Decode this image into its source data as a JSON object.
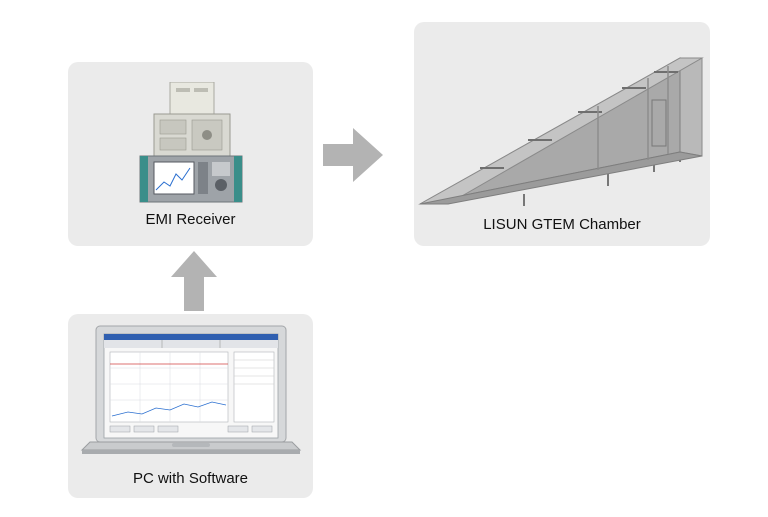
{
  "nodes": {
    "emi_receiver": {
      "label": "EMI Receiver"
    },
    "gtem_chamber": {
      "label": "LISUN GTEM Chamber"
    },
    "pc": {
      "label": "PC with Software"
    }
  },
  "edges": [
    {
      "from": "pc",
      "to": "emi_receiver"
    },
    {
      "from": "emi_receiver",
      "to": "gtem_chamber"
    }
  ],
  "colors": {
    "panel": "#ebebeb",
    "arrow": "#b3b3b3",
    "text": "#111111"
  }
}
